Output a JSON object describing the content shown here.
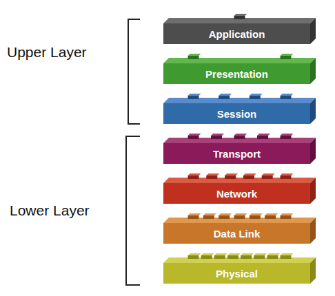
{
  "diagram": {
    "nodes": [
      {
        "text": [
          "Application"
        ]
      },
      {
        "text": [
          "Presentation"
        ]
      },
      {
        "text": [
          "Session"
        ]
      },
      {
        "text": [
          "Transport"
        ]
      },
      {
        "text": [
          "Network"
        ]
      },
      {
        "text": [
          "Data Link"
        ]
      },
      {
        "text": [
          "Physical"
        ]
      }
    ],
    "labels": [
      "Upper Layer",
      "Lower Layer"
    ]
  }
}
